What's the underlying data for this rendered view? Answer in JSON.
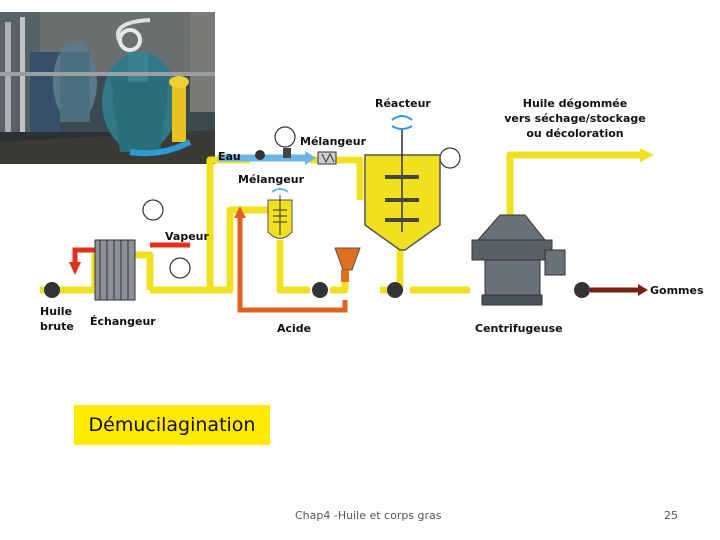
{
  "slide": {
    "title": "Démucilagination",
    "footer": "Chap4 -Huile et corps gras",
    "page_number": "25"
  },
  "diagram": {
    "labels": {
      "reacteur": "Réacteur",
      "huile_degommee_1": "Huile dégommée",
      "huile_degommee_2": "vers séchage/stockage",
      "huile_degommee_3": "ou décoloration",
      "melangeur_top": "Mélangeur",
      "eau": "Eau",
      "melangeur_mid": "Mélangeur",
      "vapeur": "Vapeur",
      "gommes": "Gommes",
      "huile_brute_1": "Huile",
      "huile_brute_2": "brute",
      "echangeur": "Échangeur",
      "acide": "Acide",
      "centrifugeuse": "Centrifugeuse"
    },
    "colors": {
      "oil": "#f0e020",
      "water": "#6ab4e6",
      "steam": "#e03018",
      "acid": "#e06020",
      "equipment": "#6a7278",
      "gums": "#7a2010"
    },
    "photo_icon": "industrial-plant-photo"
  }
}
